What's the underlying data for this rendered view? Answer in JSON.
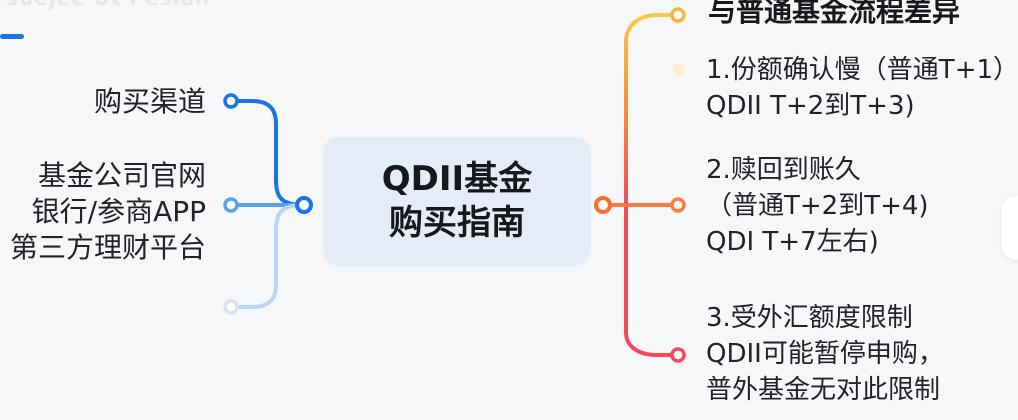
{
  "watermark": "suejee Ut i esian",
  "center": {
    "line1": "QDII基金",
    "line2": "购买指南"
  },
  "left": {
    "branch_label": "购买渠道",
    "channels": [
      "基金公司官网",
      "银行/参商APP",
      "第三方理财平台"
    ]
  },
  "right": {
    "heading": "与普通基金流程差异",
    "items": [
      {
        "lines": [
          "1.份额确认慢（普通T+1）",
          "QDII T+2到T+3)"
        ]
      },
      {
        "lines": [
          "2.赎回到账久",
          "（普通T+2到T+4)",
          "QDI T+7左右)"
        ]
      },
      {
        "lines": [
          "3.受外汇额度限制",
          "QDII可能暂停申购，",
          "普外基金无对此限制"
        ]
      }
    ]
  },
  "colors": {
    "blue_dark": "#1a73e8",
    "blue_mid": "#5aa2f0",
    "blue_light": "#b9d6f8",
    "gradient_top": "#f7c948",
    "gradient_mid": "#ff8a3d",
    "gradient_bottom": "#f4475b",
    "center_box": "#e4edf7"
  }
}
